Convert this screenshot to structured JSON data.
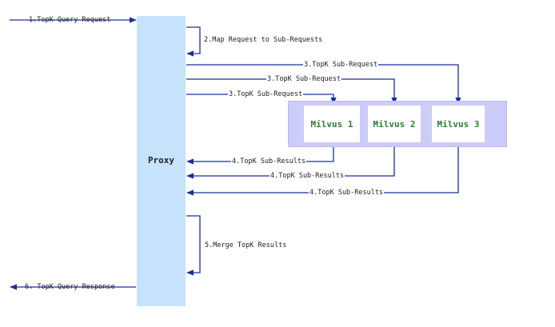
{
  "proxy_label": "Proxy",
  "nodes": [
    "Milvus 1",
    "Milvus 2",
    "Milvus 3"
  ],
  "labels": {
    "step1": "1.TopK Query Request",
    "step2": "2.Map Request to Sub-Requests",
    "step3": "3.TopK Sub-Request",
    "step4": "4.TopK Sub-Results",
    "step5": "5.Merge TopK Results",
    "step6": "6. TopK Query Response"
  },
  "colors": {
    "arrow": "#1a2f9c",
    "proxy_fill": "#c7e2fb",
    "cluster_fill": "#ccccf8",
    "node_text": "#2e7d32"
  }
}
